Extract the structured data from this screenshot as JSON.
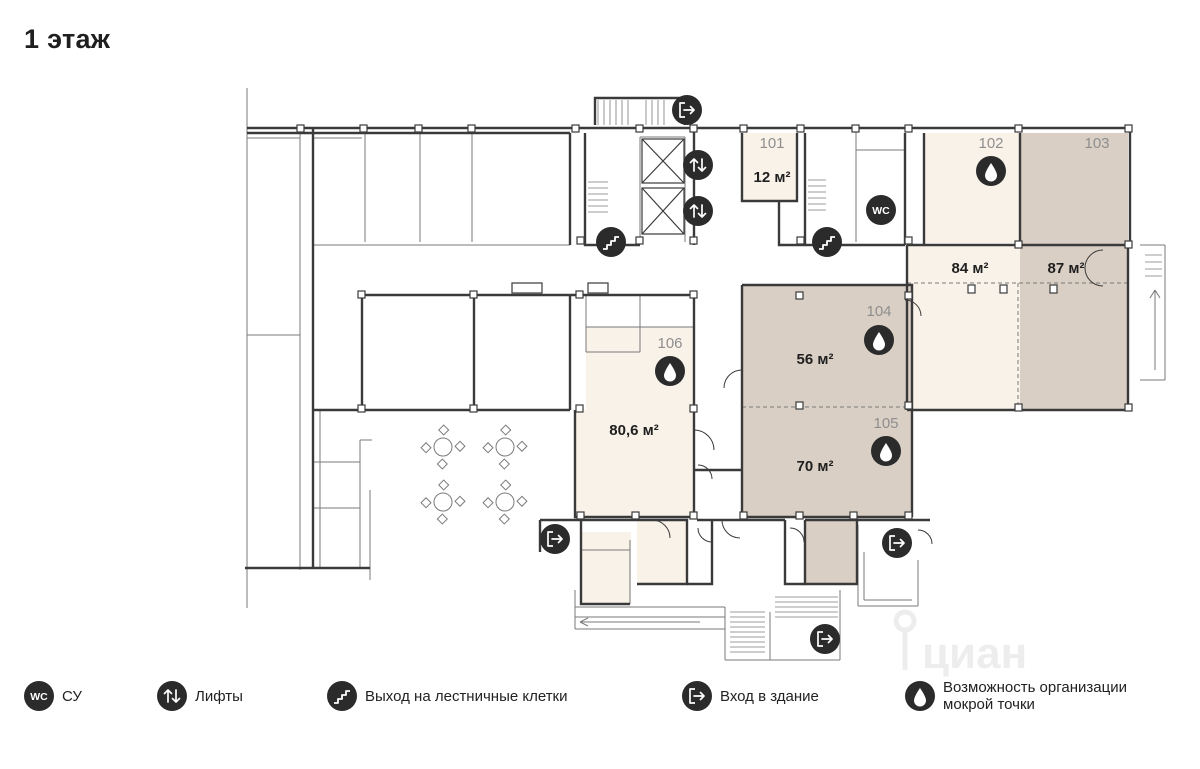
{
  "title": "1 этаж",
  "colors": {
    "wall": "#3a3a3a",
    "thin_line": "#7a7a7a",
    "available_light": "#f8f2e9",
    "available_dark": "#d9cfc4",
    "icon_bg": "#2b2b2b",
    "room_number": "#8e8e8e",
    "watermark": "#ececec"
  },
  "rooms": [
    {
      "number": "101",
      "area": "12 м²",
      "shade": "light"
    },
    {
      "number": "102",
      "area": "84 м²",
      "shade": "light",
      "wet_point": true
    },
    {
      "number": "103",
      "area": "87 м²",
      "shade": "dark"
    },
    {
      "number": "104",
      "area": "56 м²",
      "shade": "dark",
      "wet_point": true
    },
    {
      "number": "105",
      "area": "70 м²",
      "shade": "dark",
      "wet_point": true
    },
    {
      "number": "106",
      "area": "80,6 м²",
      "shade": "light",
      "wet_point": true
    }
  ],
  "map_icons": {
    "wc": "WC",
    "lift": "lift-icon",
    "stairs": "stairs-icon",
    "entrance": "entrance-icon",
    "drop": "drop-icon"
  },
  "legend": [
    {
      "icon": "wc",
      "label": "СУ"
    },
    {
      "icon": "lift",
      "label": "Лифты"
    },
    {
      "icon": "stairs",
      "label": "Выход на лестничные клетки"
    },
    {
      "icon": "entrance",
      "label": "Вход в здание"
    },
    {
      "icon": "drop",
      "label": "Возможность организации мокрой точки"
    }
  ],
  "watermark": "циан"
}
